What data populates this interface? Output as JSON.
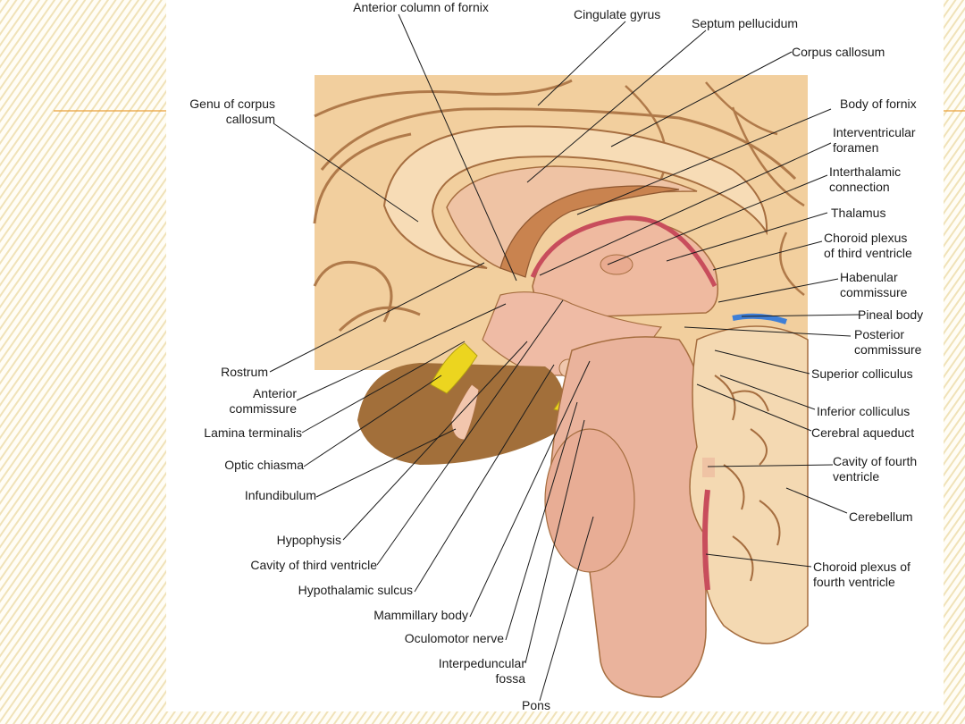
{
  "figure": {
    "labels": {
      "anterior_column_of_fornix": "Anterior column of fornix",
      "cingulate_gyrus": "Cingulate gyrus",
      "septum_pellucidum": "Septum pellucidum",
      "corpus_callosum": "Corpus callosum",
      "genu_of_corpus_callosum": "Genu of corpus\ncallosum",
      "body_of_fornix": "Body of fornix",
      "interventricular_foramen": "Interventricular\nforamen",
      "interthalamic_connection": "Interthalamic\nconnection",
      "thalamus": "Thalamus",
      "choroid_plexus_third_ventricle": "Choroid plexus\nof third ventricle",
      "habenular_commissure": "Habenular\ncommissure",
      "pineal_body": "Pineal body",
      "posterior_commissure": "Posterior\ncommissure",
      "superior_colliculus": "Superior colliculus",
      "inferior_colliculus": "Inferior colliculus",
      "cerebral_aqueduct": "Cerebral aqueduct",
      "cavity_of_fourth_ventricle": "Cavity of fourth\nventricle",
      "cerebellum": "Cerebellum",
      "choroid_plexus_fourth_ventricle": "Choroid plexus of\nfourth ventricle",
      "rostrum": "Rostrum",
      "anterior_commissure": "Anterior\ncommissure",
      "lamina_terminalis": "Lamina terminalis",
      "optic_chiasma": "Optic chiasma",
      "infundibulum": "Infundibulum",
      "hypophysis": "Hypophysis",
      "cavity_of_third_ventricle": "Cavity of third ventricle",
      "hypothalamic_sulcus": "Hypothalamic sulcus",
      "mammillary_body": "Mammillary body",
      "oculomotor_nerve": "Oculomotor nerve",
      "interpeduncular_fossa": "Interpeduncular\nfossa",
      "pons": "Pons"
    }
  },
  "colors": {
    "slide_stripe": "#f0e2b8",
    "accent_line": "#e9a13a",
    "cortex": "#f2cf9e",
    "sulcus": "#b07a4a",
    "thalamus": "#efbaa0",
    "brainstem": "#eab39c",
    "cerebellum": "#f4d9b2",
    "choroid": "#c84d5c",
    "optic": "#ecd51f",
    "pineal_blue": "#3f7fd6",
    "hypophysis": "#a26f3a"
  }
}
